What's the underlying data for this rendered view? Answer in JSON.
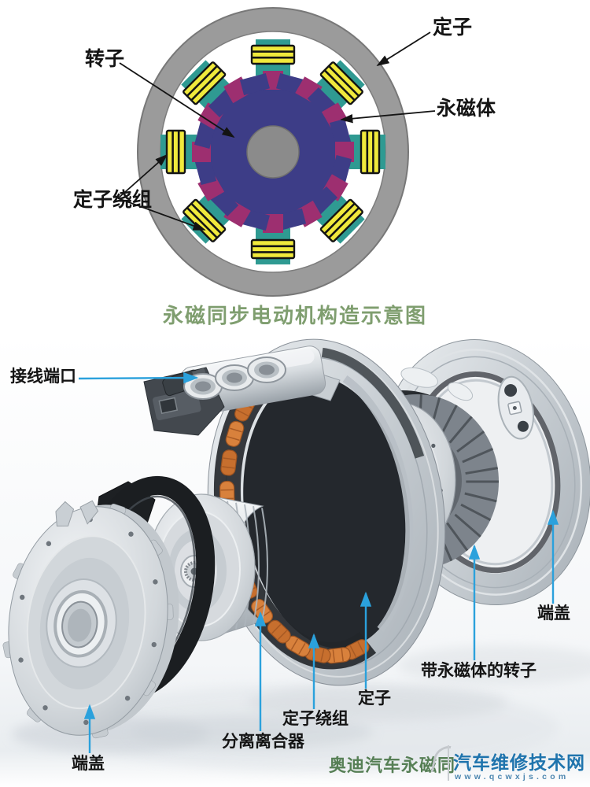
{
  "figure_top": {
    "caption": "永磁同步电动机构造示意图",
    "labels": {
      "rotor": "转子",
      "stator": "定子",
      "magnet": "永磁体",
      "stator_winding": "定子绕组"
    },
    "colors": {
      "stator_ring": "#9b9b9b",
      "stator_ring_edge": "#787878",
      "tooth_teal": "#2f9a92",
      "winding_yellow": "#f0e93c",
      "rotor_blue": "#3d3d87",
      "magnet_magenta": "#9d2f70",
      "shaft_gray": "#8b8b8b",
      "caption_green": "#7f9e6f",
      "callout_black": "#141414"
    }
  },
  "figure_bottom": {
    "caption": "奥迪汽车永磁同",
    "caption_color": "#567f55",
    "callout_color": "#2ba1dc",
    "labels": {
      "terminal_port": "接线端口",
      "end_cover_left": "端盖",
      "clutch": "分离离合器",
      "stator_winding": "定子绕组",
      "stator": "定子",
      "rotor_with_magnets": "带永磁体的转子",
      "end_cover_right": "端盖"
    }
  },
  "watermark": {
    "site_name": "汽车维修技术网",
    "site_url": "www.qcwxjs.com",
    "name_color": "#1f74ad",
    "url_color": "#4d87b0"
  }
}
